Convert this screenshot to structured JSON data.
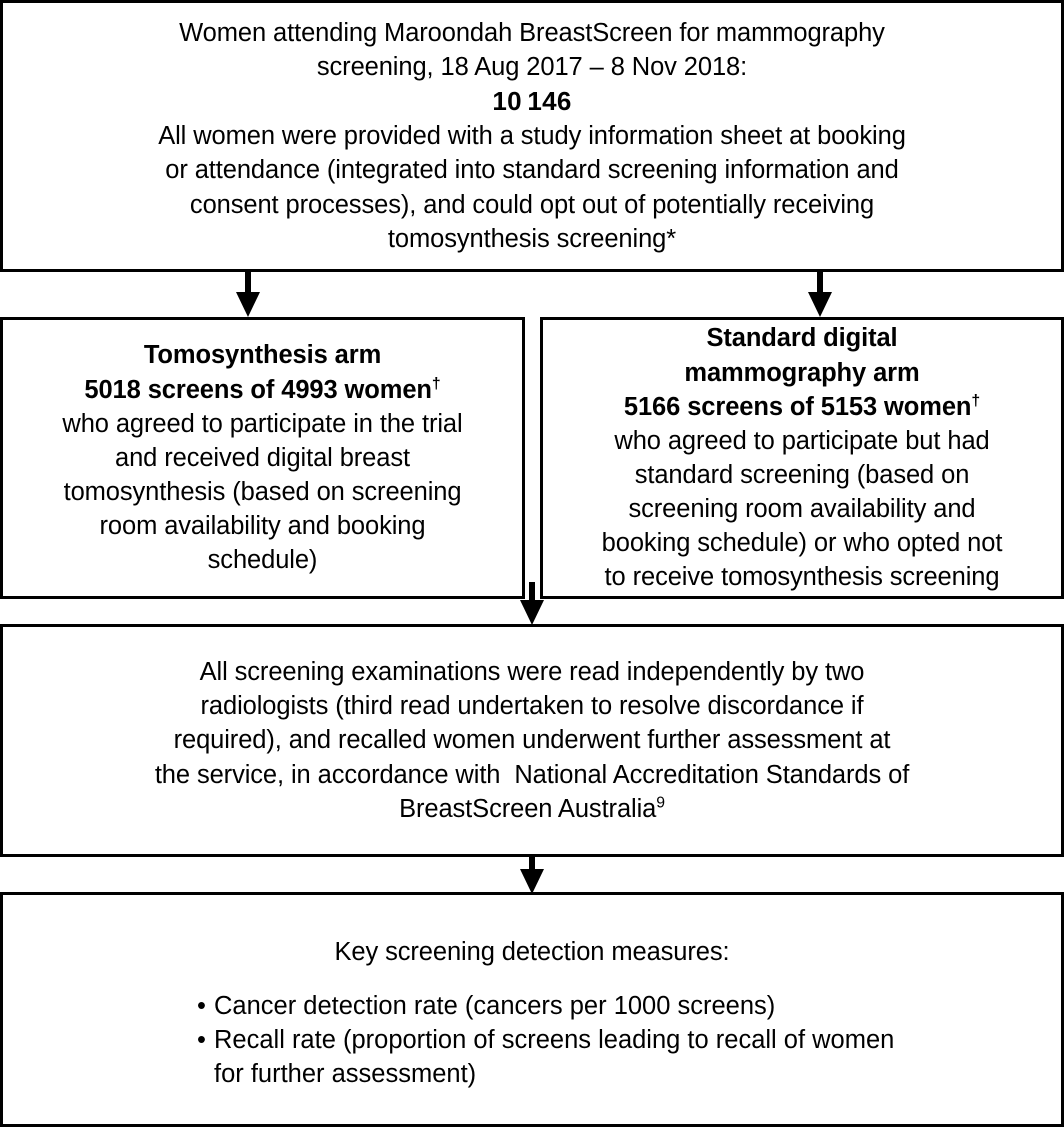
{
  "diagram": {
    "type": "flowchart",
    "title": "Maroondah BreastScreen tomosynthesis screening study flow",
    "boxes": {
      "enrolment": {
        "line1": "Women attending Maroondah BreastScreen for mammography",
        "line2": "screening, 18 Aug 2017 – 8 Nov 2018:",
        "count": "10 146",
        "line3": "All women were provided with a study information sheet at booking",
        "line4": "or attendance (integrated into standard screening information and",
        "line5": "consent processes), and could opt out of potentially receiving",
        "line6": "tomosynthesis screening*"
      },
      "tomosynthesis_arm": {
        "heading": "Tomosynthesis arm",
        "counts": "5018 screens of 4993 women",
        "counts_marker": "†",
        "body_line1": "who agreed to participate in the trial",
        "body_line2": "and received digital breast",
        "body_line3": "tomosynthesis (based on screening",
        "body_line4": "room availability and booking",
        "body_line5": "schedule)"
      },
      "standard_arm": {
        "heading_line1": "Standard digital",
        "heading_line2": "mammography arm",
        "counts": "5166 screens of 5153 women",
        "counts_marker": "†",
        "body_line1": "who agreed to participate but had",
        "body_line2": "standard screening (based on",
        "body_line3": "screening room availability and",
        "body_line4": "booking schedule) or who opted not",
        "body_line5": "to receive tomosynthesis screening"
      },
      "reading": {
        "line1": "All screening examinations were read independently by two",
        "line2": "radiologists (third read undertaken to resolve discordance if",
        "line3": "required), and recalled women underwent further assessment at",
        "line4": "the service, in accordance with  National Accreditation Standards of",
        "line5": "BreastScreen Australia",
        "line5_marker": "9"
      },
      "measures": {
        "title": "Key screening detection measures:",
        "bullet_symbol": "•",
        "items": [
          "Cancer detection rate (cancers per 1000 screens)",
          "Recall rate (proportion of screens leading to recall of women for further assessment)"
        ]
      }
    },
    "arrows": [
      {
        "name": "arrow-enrolment-to-tomosynthesis"
      },
      {
        "name": "arrow-enrolment-to-standard"
      },
      {
        "name": "arrow-arms-to-reading"
      },
      {
        "name": "arrow-reading-to-measures"
      }
    ],
    "colors": {
      "stroke": "#000000",
      "background": "#ffffff",
      "text": "#000000"
    }
  }
}
